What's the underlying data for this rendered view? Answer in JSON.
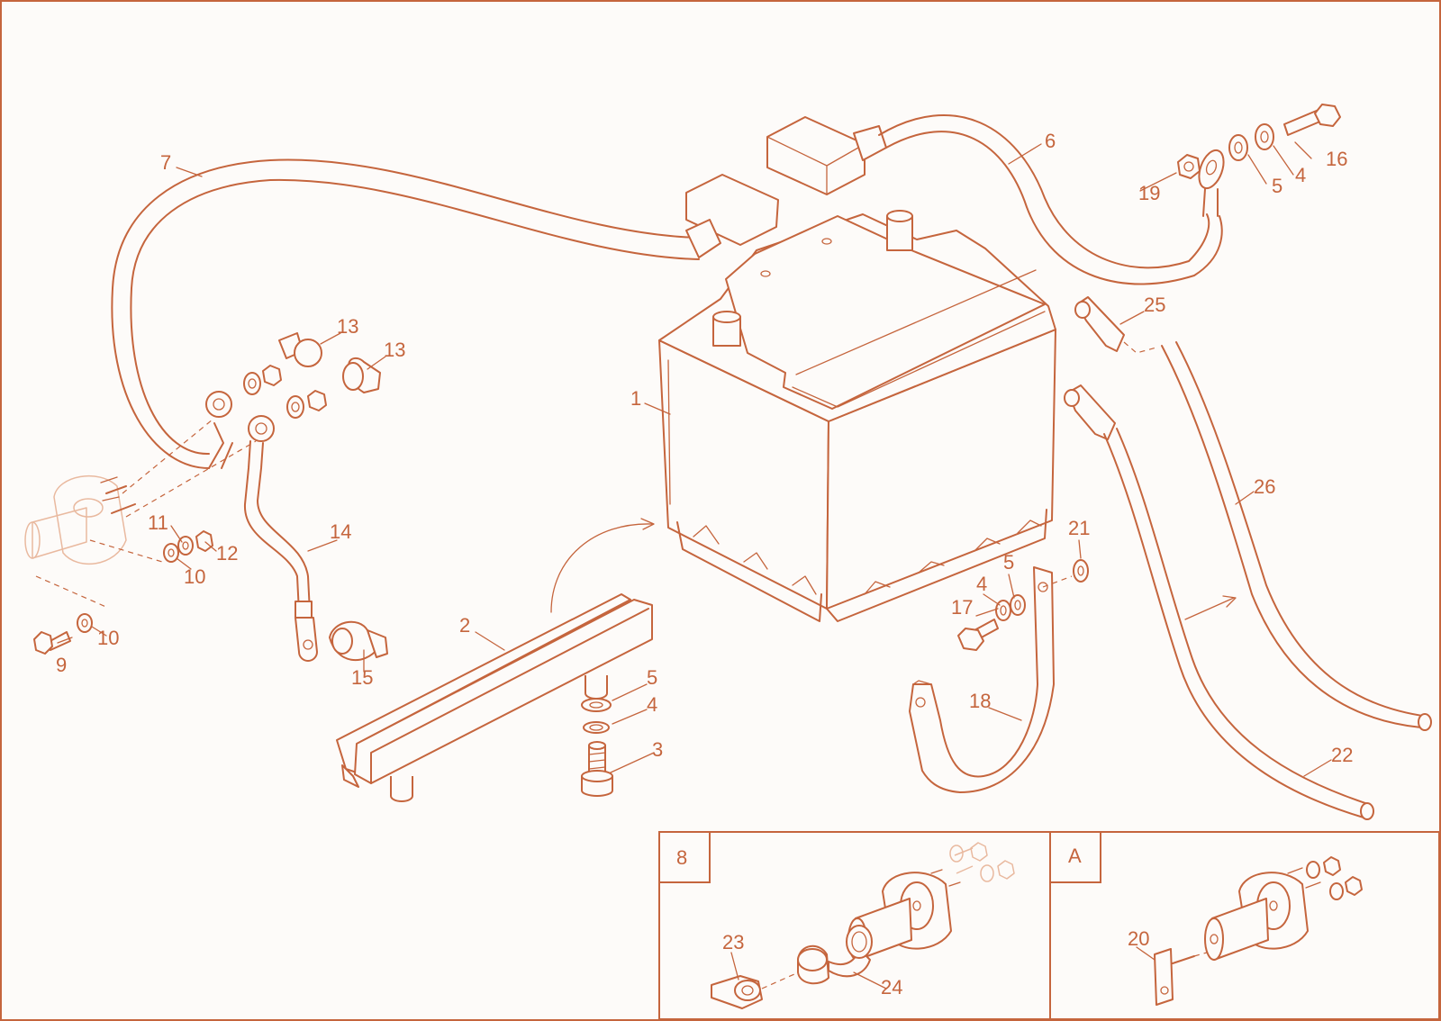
{
  "colors": {
    "line": "#c5653d",
    "faint": "#e9b99f",
    "background": "#fdfbf9"
  },
  "labels": {
    "battery": "1",
    "tray": "2",
    "screw_tray": "3",
    "washer_tray_4": "4",
    "washer_tray_5": "5",
    "cable_positive": "6",
    "cable_main": "7",
    "nut_switch": "9",
    "washer_switch_a": "10",
    "washer_switch_b": "10",
    "spring_washer_11": "11",
    "nut_12": "12",
    "cap_13_a": "13",
    "cap_13_b": "13",
    "ground_cable_14": "14",
    "cap_15": "15",
    "bolt_16": "16",
    "bolt_17": "17",
    "strap_18": "18",
    "nut_19": "19",
    "washer_5_right": "5",
    "washer_4_right": "4",
    "washer_4_clamp": "4",
    "washer_5_clamp": "5",
    "lock_washer_21": "21",
    "hose_22": "22",
    "elbow_25": "25",
    "hose_26": "26"
  },
  "insets": {
    "variant_8": {
      "tag": "8",
      "label_23": "23",
      "label_24": "24"
    },
    "variant_a": {
      "tag": "A",
      "label_20": "20"
    }
  }
}
